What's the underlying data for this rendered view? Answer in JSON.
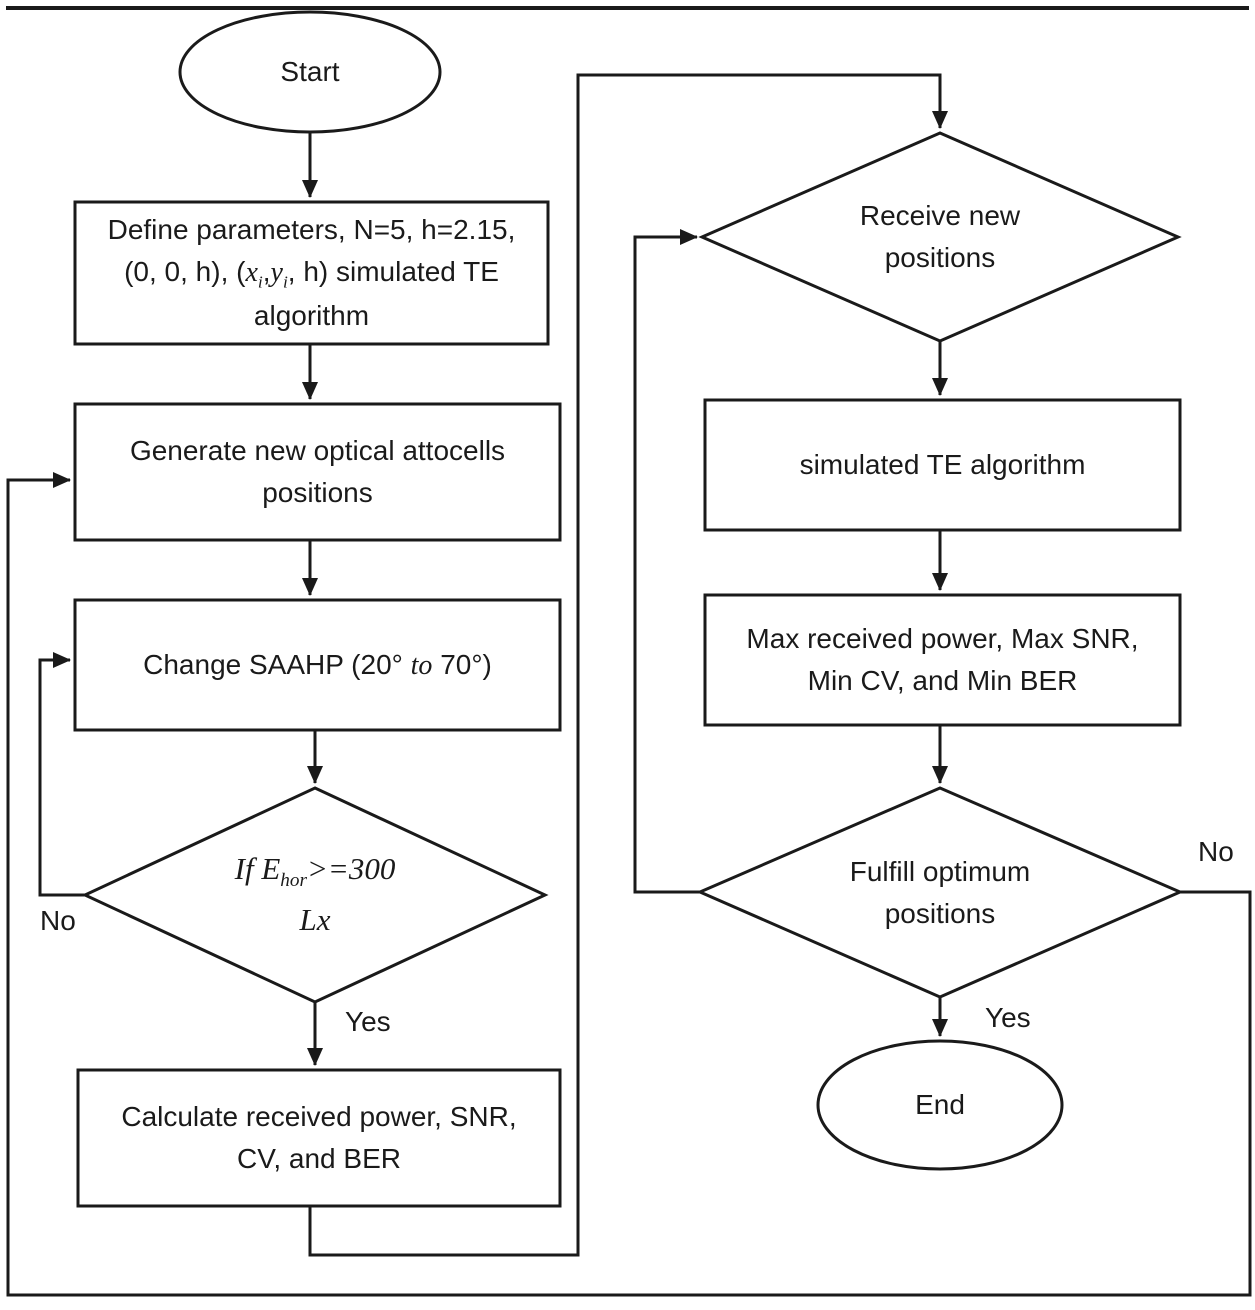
{
  "diagram": {
    "kind": "flowchart",
    "colors": {
      "stroke": "#1a1a1a",
      "background": "#ffffff",
      "text": "#1a1a1a"
    },
    "nodes": {
      "start": {
        "type": "terminator",
        "lines": [
          "Start"
        ]
      },
      "define_params": {
        "type": "process",
        "lines": [
          "Define parameters, N=5, h=2.15,",
          [
            {
              "text": "(0, 0, h), ("
            },
            {
              "text": "x",
              "italic": true
            },
            {
              "text": "i",
              "italic": true,
              "sub": true
            },
            {
              "text": ","
            },
            {
              "text": "y",
              "italic": true
            },
            {
              "text": "i",
              "italic": true,
              "sub": true
            },
            {
              "text": ", h) simulated TE"
            }
          ],
          "algorithm"
        ]
      },
      "generate_positions": {
        "type": "process",
        "lines": [
          "Generate new optical attocells",
          "positions"
        ]
      },
      "change_saahp": {
        "type": "process",
        "lines": [
          [
            {
              "text": "Change SAAHP (20° "
            },
            {
              "text": "to",
              "italic": true
            },
            {
              "text": " 70°)"
            }
          ]
        ]
      },
      "ehor_decision": {
        "type": "decision",
        "lines": [
          [
            {
              "text": "If E",
              "italic": true
            },
            {
              "text": "hor",
              "italic": true,
              "sub": true
            },
            {
              "text": ">=300",
              "italic": true
            }
          ],
          [
            {
              "text": "Lx",
              "italic": true
            }
          ]
        ]
      },
      "calculate_metrics": {
        "type": "process",
        "lines": [
          "Calculate received power, SNR,",
          "CV, and BER"
        ]
      },
      "receive_positions": {
        "type": "decision",
        "lines": [
          "Receive new",
          "positions"
        ]
      },
      "simulated_te": {
        "type": "process",
        "lines": [
          "simulated TE algorithm"
        ]
      },
      "max_metrics": {
        "type": "process",
        "lines": [
          "Max received power, Max SNR,",
          "Min CV, and Min BER"
        ]
      },
      "fulfill_decision": {
        "type": "decision",
        "lines": [
          "Fulfill optimum",
          "positions"
        ]
      },
      "end": {
        "type": "terminator",
        "lines": [
          "End"
        ]
      }
    },
    "edge_labels": {
      "ehor_no": "No",
      "ehor_yes": "Yes",
      "fulfill_yes": "Yes",
      "fulfill_no": "No"
    }
  }
}
